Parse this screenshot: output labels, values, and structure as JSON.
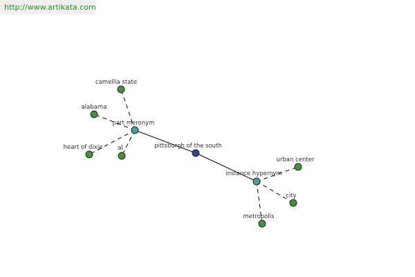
{
  "url": "http://www.artikata.com",
  "colors": {
    "center": "#3b3f8c",
    "relation": "#4d9c9c",
    "leaf": "#4f8a44"
  },
  "nodes": {
    "center": "pittsburgh of the south",
    "part_meronym": "part meronym",
    "instance_hypernym": "instance hypernym",
    "camellia_state": "camellia state",
    "alabama": "alabama",
    "heart_of_dixie": "heart of dixie",
    "al": "al",
    "urban_center": "urban center",
    "city": "city",
    "metropolis": "metropolis"
  }
}
